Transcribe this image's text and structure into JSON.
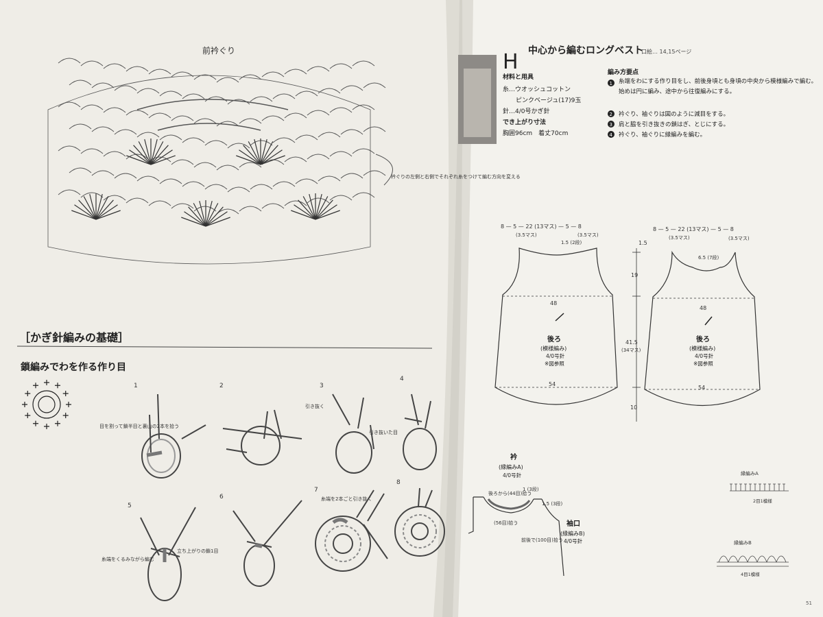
{
  "left_page": {
    "collar_title": "前衿ぐり",
    "collar_note": "衿ぐりの左側と右側でそれぞれ糸をつけて編む方向を変える",
    "basics_heading": "［かぎ針編みの基礎］",
    "subheading": "鎖編みでわを作る作り目",
    "step_numbers": [
      "1",
      "2",
      "3",
      "4",
      "5",
      "6",
      "7",
      "8"
    ],
    "notes": {
      "step1": "目を割って鎖半目と裏山の2本を拾う",
      "step2": "引き抜く",
      "step3": "引き抜いた目",
      "step5a": "立ち上がりの鎖1目",
      "step5b": "糸端をくるみながら編む",
      "step7": "糸端を2本ごと引き抜く"
    }
  },
  "right_page": {
    "letter": "H",
    "title": "中心から編むロングベスト",
    "page_ref": "口絵… 14,15ページ",
    "materials": {
      "heading": "材料と用具",
      "yarn": "糸…ウオッシュコットン",
      "color": "ピンクベージュ(17)9玉",
      "needle": "針…4/0号かぎ針"
    },
    "size": {
      "heading": "でき上がり寸法",
      "value": "胸囲96cm　着丈70cm"
    },
    "points": {
      "heading": "編み方要点",
      "items": [
        {
          "num": "1",
          "text": "糸端をわにする作り目をし、前後身頃とも身頃の中央から模様編みで編む。始めは円に編み、途中から往復編みにする。"
        },
        {
          "num": "2",
          "text": "衿ぐり、袖ぐりは図のように減目をする。"
        },
        {
          "num": "3",
          "text": "肩と脇を引き抜きの鎖はぎ、とじにする。"
        },
        {
          "num": "4",
          "text": "衿ぐり、袖ぐりに縁編みを編む。"
        }
      ]
    },
    "diagram": {
      "back_top_dims": "8 — 5 — 22 (13マス) — 5 — 8",
      "front_top_dims": "8 — 5 — 22 (13マス) — 5 — 8",
      "shoulder_left": "(3.5マス)",
      "shoulder_right": "(3.5マス)",
      "back_neck_depth": "1.5 (2段)",
      "front_neck_depth": "6.5 (7段)",
      "width_mid": "48",
      "width_bottom": "54",
      "side_dim_top": "1.5",
      "side_dim_arm": "19",
      "side_dim_body": "41.5",
      "side_dim_body_rows": "(34マス)",
      "side_dim_hem": "10",
      "back_label": "後ろ",
      "back_pattern": "(模様編み)",
      "back_needle": "4/0号針",
      "back_ref": "※図参照",
      "front_label": "後ろ",
      "front_pattern": "(模様編み)",
      "front_needle": "4/0号針",
      "front_ref": "※図参照"
    },
    "edging": {
      "collar_title": "衿",
      "collar_pattern": "(縁編みA)",
      "collar_needle": "4/0号針",
      "back_pick": "後ろから(44目)拾う",
      "front_pick": "(56目)拾う",
      "collar_rows": "1 (3段)",
      "arm_rows": "1.5 (3段)",
      "cuff_title": "袖口",
      "cuff_pattern": "(縁編みB)",
      "cuff_needle": "4/0号針",
      "cuff_pick": "前後で(100目)拾う",
      "edging_a_title": "縁編みA",
      "edging_a_repeat": "2目1模様",
      "edging_b_title": "縁編みB",
      "edging_b_repeat": "4目1模様",
      "page_number": "51"
    }
  }
}
